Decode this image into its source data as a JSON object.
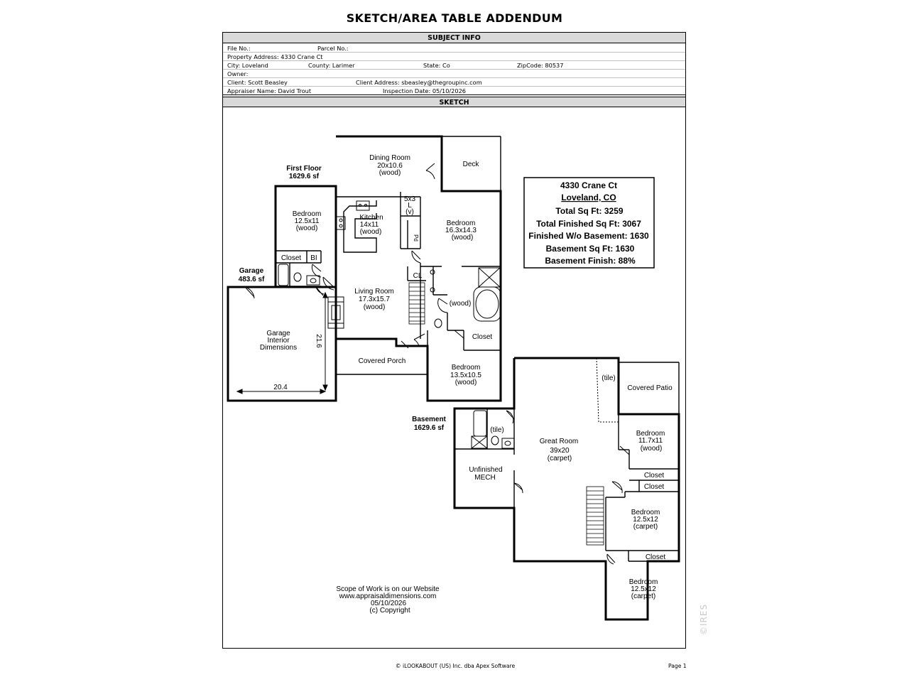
{
  "document": {
    "title": "SKETCH/AREA TABLE ADDENDUM",
    "subject_info_header": "SUBJECT INFO",
    "sketch_header": "SKETCH"
  },
  "subject_info": {
    "file_no": "File No.:",
    "parcel_no": "Parcel No.:",
    "property_address": "Property Address: 4330 Crane Ct",
    "city": "City: Loveland",
    "county": "County: Larimer",
    "state": "State: Co",
    "zipcode": "ZipCode: 80537",
    "owner": "Owner:",
    "client": "Client: Scott Beasley",
    "client_address": "Client Address: sbeasley@thegroupinc.com",
    "appraiser": "Appraiser Name: David Trout",
    "inspection_date": "Inspection Date: 05/10/2026"
  },
  "sketch": {
    "first_floor": {
      "title": "First Floor",
      "area": "1629.6 sf"
    },
    "garage": {
      "title": "Garage",
      "area": "483.6 sf"
    },
    "basement": {
      "title": "Basement",
      "area": "1629.6 sf"
    },
    "rooms": {
      "dining": {
        "name": "Dining Room",
        "dims": "20x10.6",
        "floor": "(wood)"
      },
      "deck": {
        "name": "Deck"
      },
      "bedroom_nw": {
        "name": "Bedroom",
        "dims": "12.5x11",
        "floor": "(wood)"
      },
      "kitchen": {
        "name": "Kitchen",
        "dims": "14x11",
        "floor": "(wood)"
      },
      "pantry": {
        "l1": "5x3",
        "l2": "L",
        "l3": "(v)"
      },
      "pantry_label": "Pd",
      "bedroom_master": {
        "name": "Bedroom",
        "dims": "16.3x14.3",
        "floor": "(wood)"
      },
      "closet_nw": "Closet",
      "bi": "BI",
      "cl": "CL",
      "living": {
        "name": "Living Room",
        "dims": "17.3x15.7",
        "floor": "(wood)"
      },
      "bath_master_floor": "(wood)",
      "closet_master": "Closet",
      "garage_interior": {
        "l1": "Garage",
        "l2": "Interior",
        "l3": "Dimensions"
      },
      "garage_width": "20.4",
      "garage_depth": "21.6",
      "covered_porch": "Covered Porch",
      "bedroom_se": {
        "name": "Bedroom",
        "dims": "13.5x10.5",
        "floor": "(wood)"
      },
      "tile_patio": "(tile)",
      "covered_patio": "Covered Patio",
      "tile_bath": "(tile)",
      "great_room": {
        "name": "Great Room",
        "dims": "39x20",
        "floor": "(carpet)"
      },
      "unfinished": {
        "l1": "Unfinished",
        "l2": "MECH"
      },
      "bb1": {
        "name": "Bedroom",
        "dims": "11.7x11",
        "floor": "(wood)"
      },
      "bb_closet1": "Closet",
      "bb_closet2": "Closet",
      "bb2": {
        "name": "Bedroom",
        "dims": "12.5x12",
        "floor": "(carpet)"
      },
      "bb_closet3": "Closet",
      "bb3": {
        "name": "Bedroom",
        "dims": "12.5x12",
        "floor": "(carpet)"
      }
    },
    "summary": {
      "address": "4330 Crane Ct",
      "city": "Loveland, CO",
      "total": "Total Sq Ft: 3259",
      "total_finished": "Total Finished Sq Ft: 3067",
      "finished_wo_basement": "Finished W/o Basement: 1630",
      "basement_sqft": "Basement Sq Ft: 1630",
      "basement_finish": "Basement Finish: 88%"
    },
    "notes": {
      "l1": "Scope of Work is on our Website",
      "l2": "www.appraisaldimensions.com",
      "l3": "05/10/2026",
      "l4": "(c) Copyright"
    }
  },
  "footer": {
    "copyright": "© iLOOKABOUT (US) Inc. dba Apex Software",
    "page": "Page 1"
  },
  "watermark": "©IRES"
}
